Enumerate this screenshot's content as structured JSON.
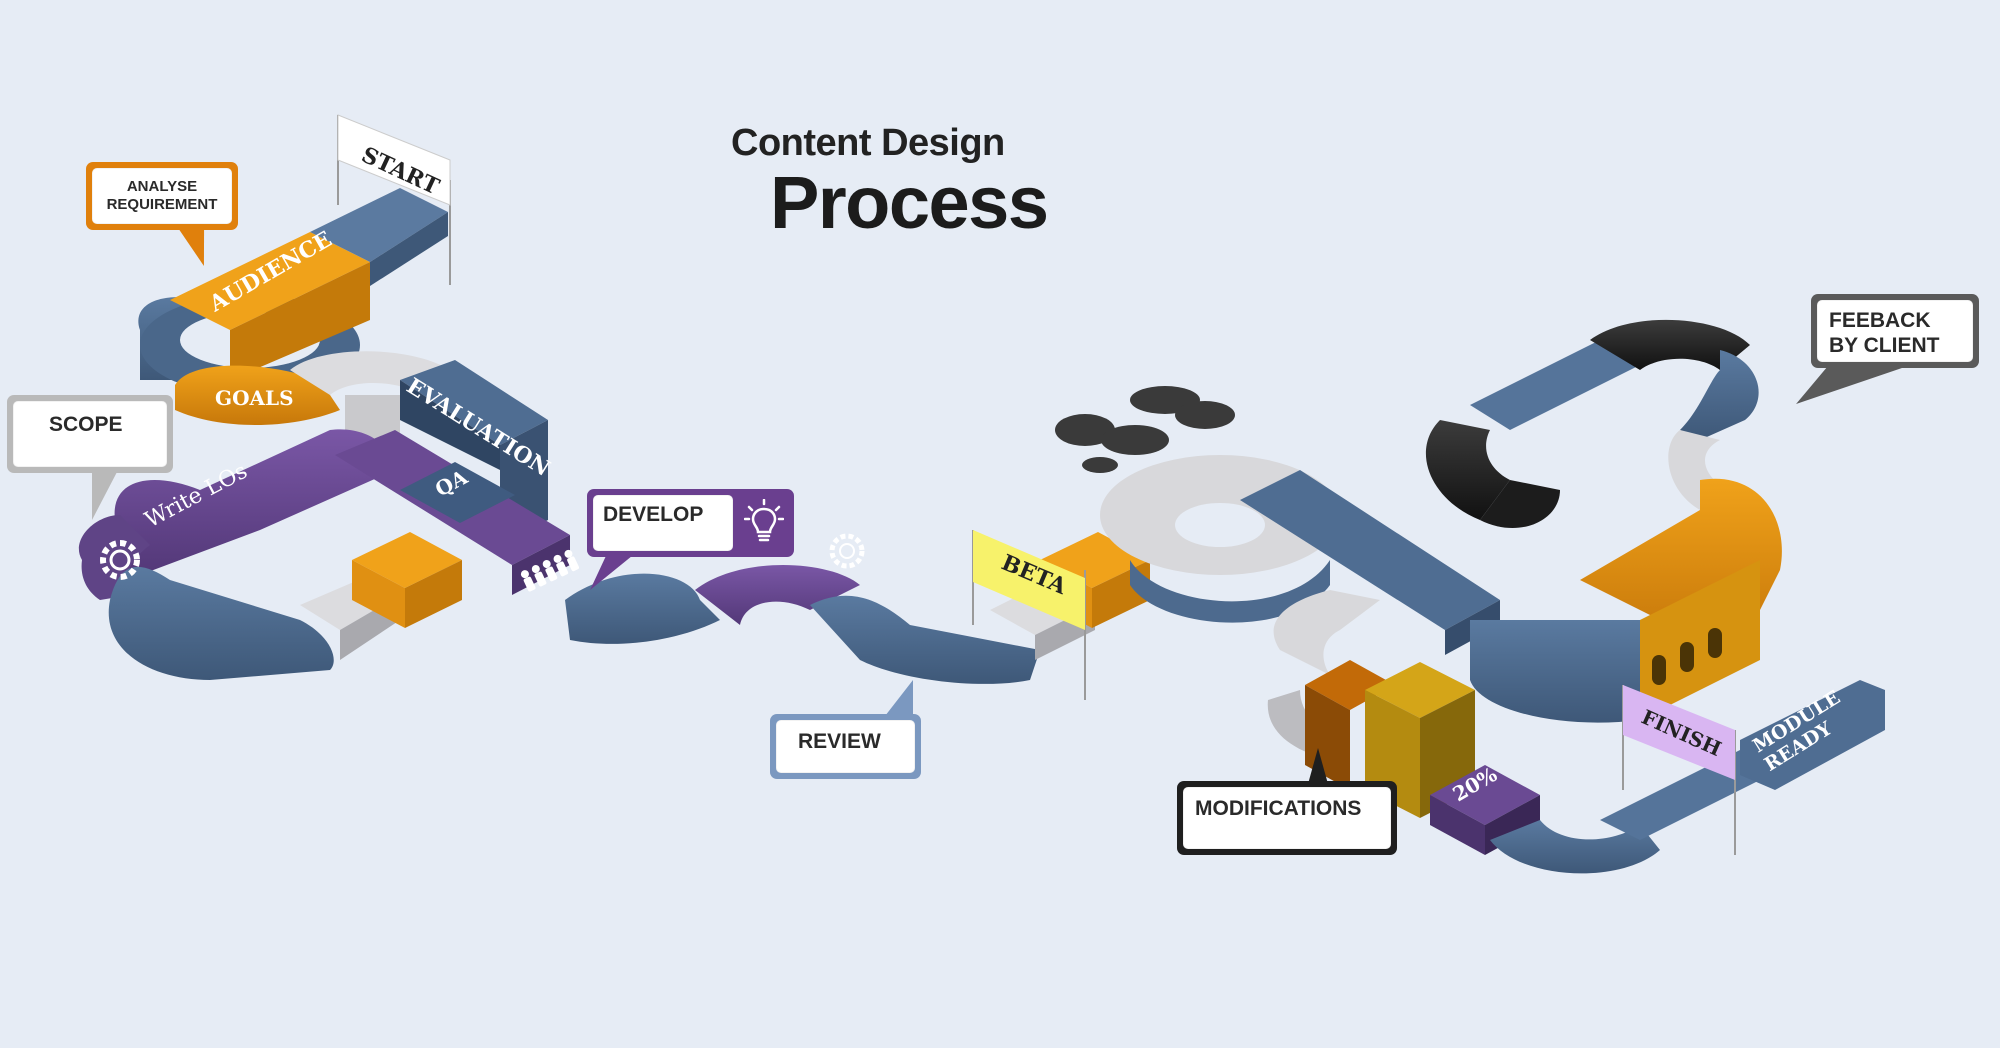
{
  "title": {
    "small": "Content Design",
    "big": "Process"
  },
  "colors": {
    "background": "#e6ecf5",
    "road_blue": "#4d6a8e",
    "road_purple": "#6a4a93",
    "road_orange": "#dc8c0c",
    "road_grey": "#cfcfd2",
    "road_black": "#2a2a2a",
    "callout_orange": "#e0800c",
    "callout_grey": "#b9b9b9",
    "callout_purple": "#6a3f8f",
    "callout_blue": "#7b98c0",
    "callout_black": "#1f1f1f",
    "callout_darkgrey": "#5a5a5a"
  },
  "callouts": {
    "analyse": "ANALYSE\nREQUIREMENT",
    "scope": "SCOPE",
    "develop": "DEVELOP",
    "review": "REVIEW",
    "modifications": "MODIFICATIONS",
    "feedback": "FEEBACK\nBY CLIENT"
  },
  "road_labels": {
    "audience": "AUDIENCE",
    "goals": "GOALS",
    "evaluation": "EVALUATION",
    "write_los": "Write LOs",
    "qa": "QA",
    "percent": "20%",
    "module_ready": "MODULE\nREADY"
  },
  "flags": {
    "start": "START",
    "beta": "BETA",
    "finish": "FINISH"
  },
  "icons": {
    "develop": "lightbulb-icon",
    "gear_left": "gear-icon",
    "gear_mid": "gear-icon",
    "team": "people-icon",
    "clouds": "cloud-icon"
  }
}
